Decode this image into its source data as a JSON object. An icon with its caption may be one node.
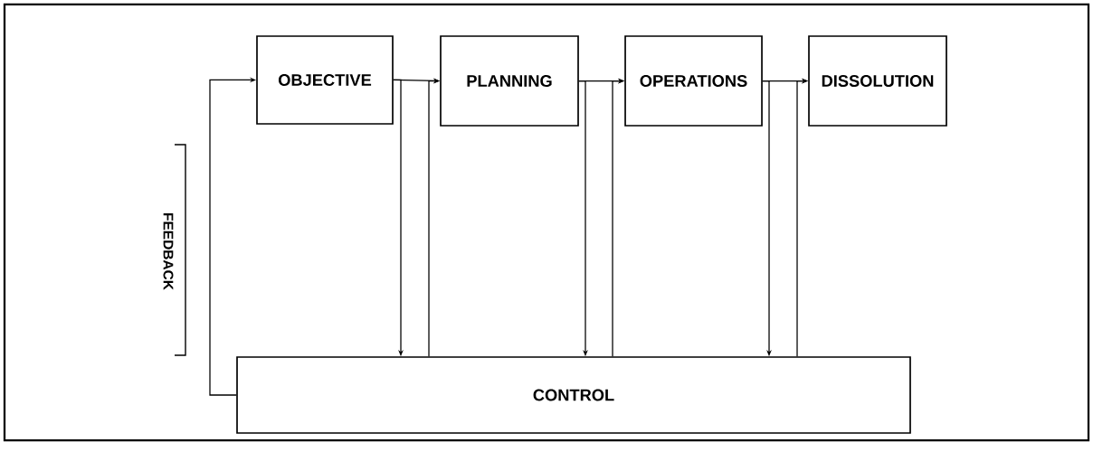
{
  "diagram": {
    "nodes": [
      {
        "text": [
          "OBJECTIVE"
        ]
      },
      {
        "text": [
          "PLANNING"
        ]
      },
      {
        "text": [
          "OPERATIONS"
        ]
      },
      {
        "text": [
          "DISSOLUTION"
        ]
      },
      {
        "text": [
          "CONTROL"
        ]
      }
    ],
    "edges": [
      {
        "from": 0,
        "to": 1,
        "arrow": "to"
      },
      {
        "from": 1,
        "to": 2,
        "arrow": "to"
      },
      {
        "from": 2,
        "to": 3,
        "arrow": "to"
      },
      {
        "from": 0,
        "to": 4,
        "arrow": "to"
      },
      {
        "from": 4,
        "to": 1,
        "arrow": "to"
      },
      {
        "from": 1,
        "to": 4,
        "arrow": "to"
      },
      {
        "from": 4,
        "to": 2,
        "arrow": "to"
      },
      {
        "from": 2,
        "to": 4,
        "arrow": "to"
      },
      {
        "from": 4,
        "to": 3,
        "arrow": "to"
      },
      {
        "from": 4,
        "to": 0,
        "arrow": "to",
        "label": "FEEDBACK"
      }
    ]
  }
}
